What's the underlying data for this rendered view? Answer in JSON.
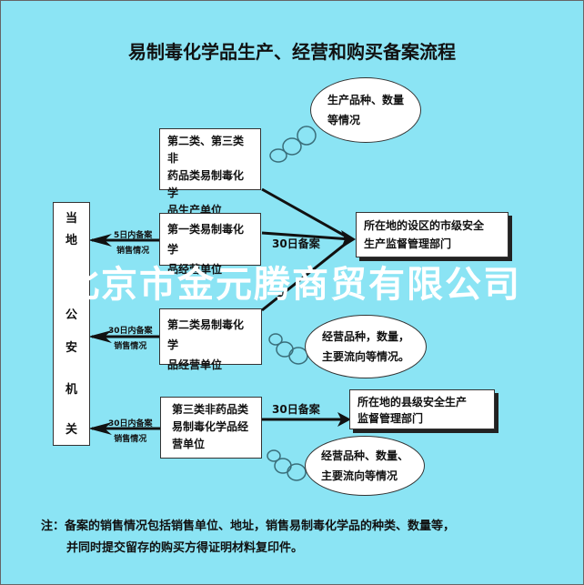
{
  "title": "易制毒化学品生产、经营和购买备案流程",
  "police": {
    "chars": [
      "当",
      "地",
      "公",
      "安",
      "机",
      "关"
    ]
  },
  "units": [
    {
      "lines": [
        "第二类、第三类非",
        "药品类易制毒化学",
        "品生产单位"
      ]
    },
    {
      "lines": [
        "第一类易制毒化学",
        "品经营单位"
      ]
    },
    {
      "lines": [
        "第二类易制毒化学",
        "品经营单位"
      ]
    },
    {
      "lines": [
        "第三类非药品类",
        "易制毒化学品经",
        "营单位"
      ]
    }
  ],
  "arrows": [
    {
      "top": "5日内备案",
      "bottom": "销售情况"
    },
    {
      "top": "30日内备案",
      "bottom": "销售情况"
    },
    {
      "top": "30日内备案",
      "bottom": "销售情况"
    }
  ],
  "filing_labels": [
    "30日备案",
    "30日备案"
  ],
  "departments": [
    {
      "lines": [
        "所在地的设区的市级安全",
        "生产监督管理部门"
      ]
    },
    {
      "lines": [
        "所在地的县级安全生产",
        "监督管理部门"
      ]
    }
  ],
  "bubbles": [
    {
      "lines": [
        "生产品种、数量",
        "等情况"
      ]
    },
    {
      "lines": [
        "经营品种，数量，",
        "主要流向等情况。"
      ]
    },
    {
      "lines": [
        "经营品种、数量、",
        "主要流向等情况"
      ]
    }
  ],
  "watermark": "北京市金元腾商贸有限公司",
  "note": [
    "注：备案的销售情况包括销售单位、地址，销售易制毒化学品的种类、数量等，",
    "并同时提交留存的购买方得证明材料复印件。"
  ]
}
